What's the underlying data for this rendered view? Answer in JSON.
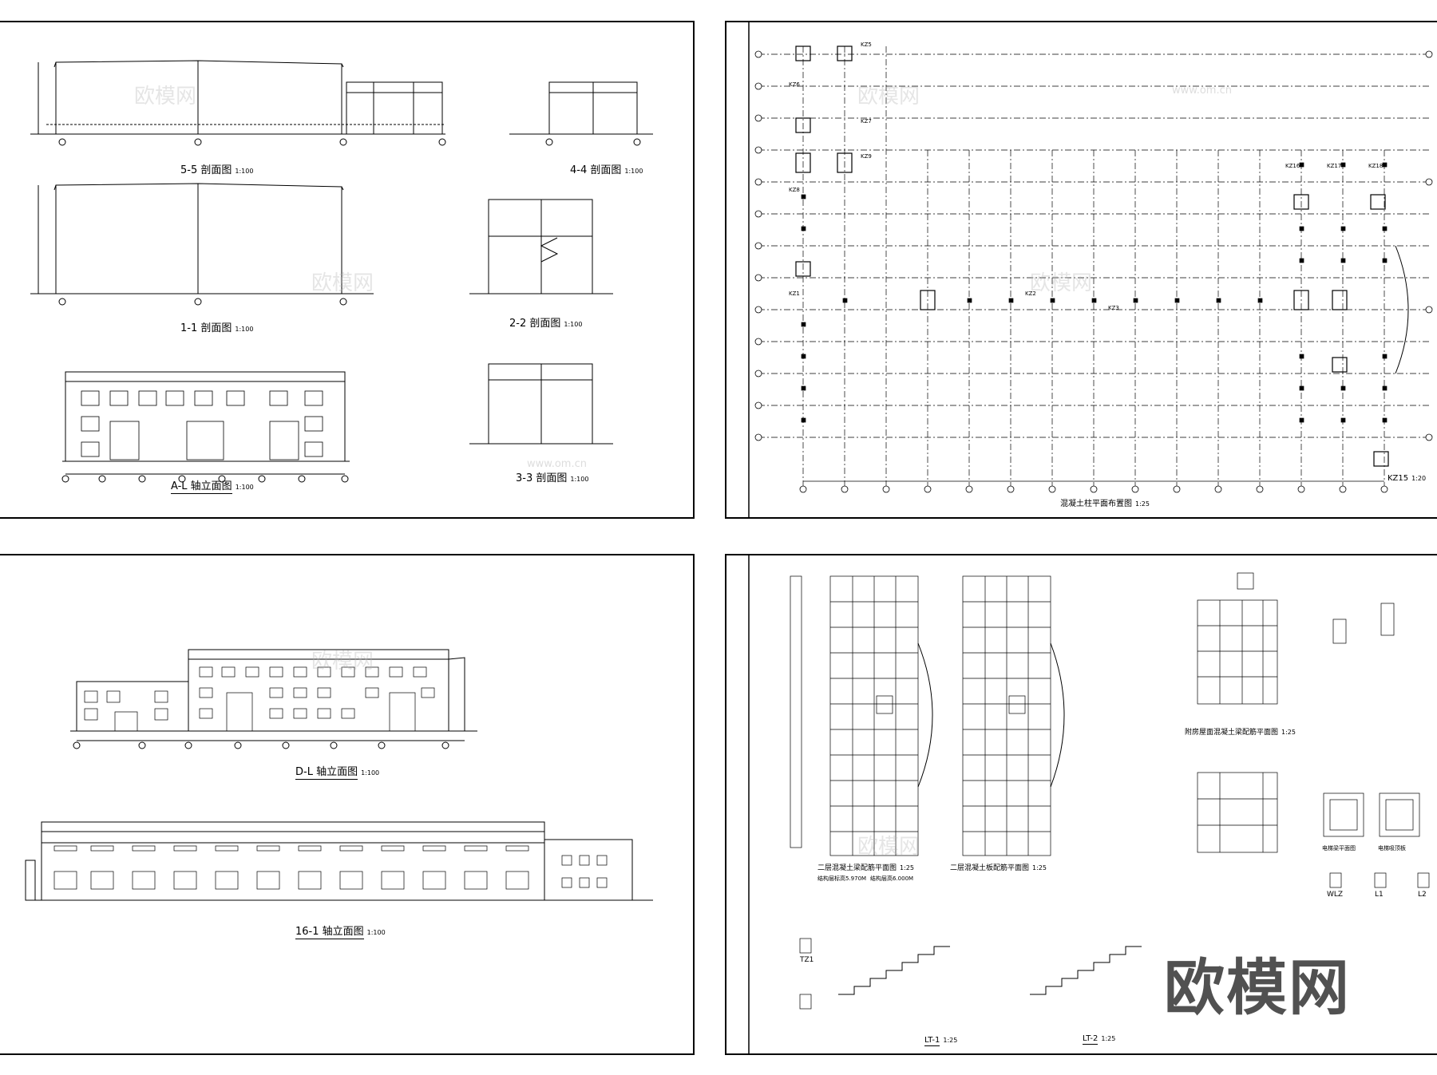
{
  "sheets": {
    "sections": {
      "t55": "5-5 剖面图",
      "t55s": "1:100",
      "t44": "4-4 剖面图",
      "t44s": "1:100",
      "t11": "1-1 剖面图",
      "t11s": "1:100",
      "t22": "2-2 剖面图",
      "t22s": "1:100",
      "tal": "A-L 轴立面图",
      "tals": "1:100",
      "t33": "3-3 剖面图",
      "t33s": "1:100"
    },
    "columns": {
      "title": "混凝土柱平面布置图",
      "scale": "1:25",
      "kz15": "KZ15",
      "kz15s": "1:20",
      "labels": [
        "KZ5",
        "KZ6",
        "KZ7",
        "KZ8",
        "KZ9",
        "KZ1",
        "KZ2",
        "KZ3",
        "KZ16",
        "KZ17",
        "KZ18"
      ]
    },
    "elevations": {
      "tdl": "D-L 轴立面图",
      "tdls": "1:100",
      "t161": "16-1 轴立面图",
      "t161s": "1:100"
    },
    "structure": {
      "t2beam": "二层混凝土梁配筋平面图",
      "t2beams": "1:25",
      "t2slab": "二层混凝土板配筋平面图",
      "t2slabs": "1:25",
      "troof": "附房屋面混凝土梁配筋平面图",
      "troofs": "1:25",
      "elev1": "结构层标高5.970M",
      "elev2": "结构层高6.000M",
      "lt1": "LT-1",
      "lt1s": "1:25",
      "lt2": "LT-2",
      "lt2s": "1:25",
      "tz1": "TZ1",
      "wlz": "WLZ",
      "l1": "L1",
      "l2": "L2",
      "elevbeam": "电梯梁平面图",
      "elevslab": "电梯吸顶板"
    }
  },
  "watermark": {
    "text": "欧模网",
    "url": "www.om.cn",
    "logo": "欧模网"
  }
}
